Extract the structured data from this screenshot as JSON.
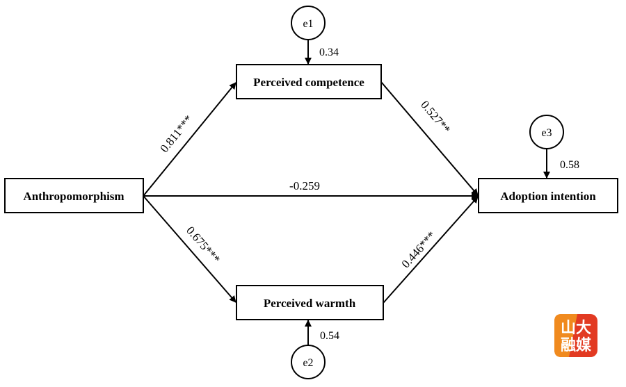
{
  "nodes": {
    "anthropomorphism": "Anthropomorphism",
    "competence": "Perceived competence",
    "warmth": "Perceived warmth",
    "adoption": "Adoption intention"
  },
  "errors": {
    "e1": {
      "label": "e1",
      "value": "0.34"
    },
    "e2": {
      "label": "e2",
      "value": "0.54"
    },
    "e3": {
      "label": "e3",
      "value": "0.58"
    }
  },
  "paths": {
    "anth_comp": "0.811***",
    "anth_warm": "0.675***",
    "anth_adopt": "-0.259",
    "comp_adopt": "0.527**",
    "warm_adopt": "0.446***"
  },
  "watermark": {
    "text": "山大融媒",
    "colors": [
      "#e8452a",
      "#f08a1e"
    ]
  }
}
